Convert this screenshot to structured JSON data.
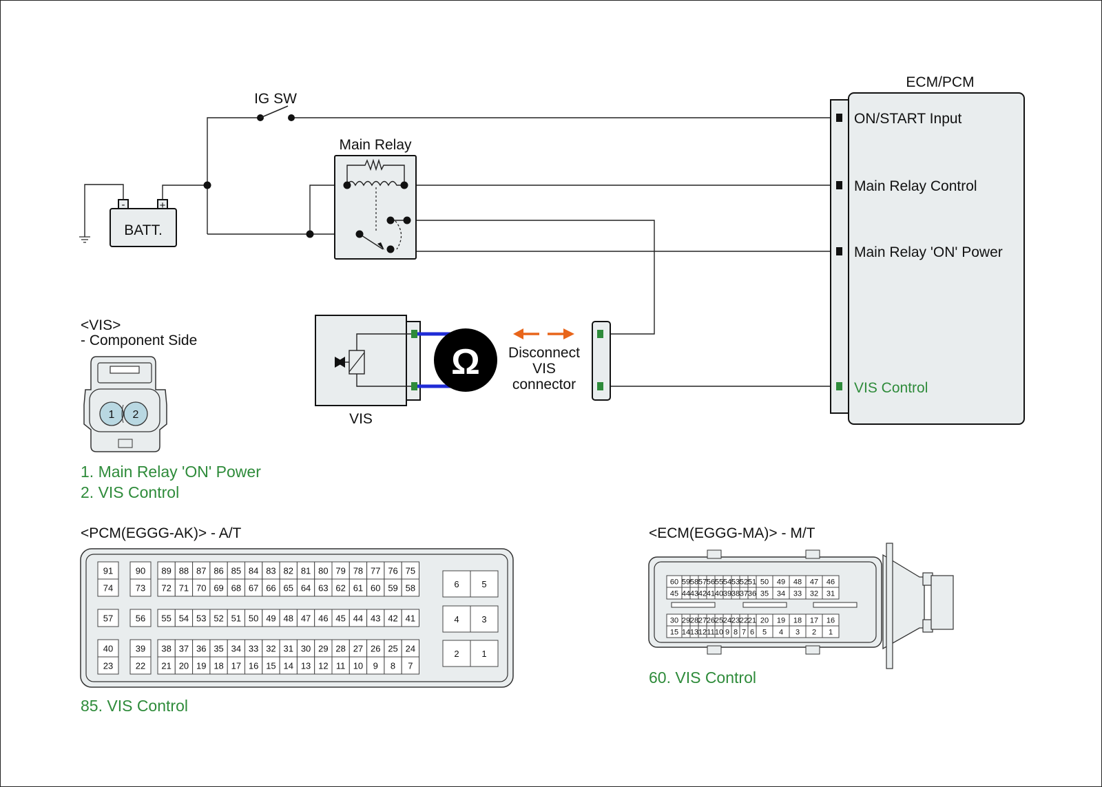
{
  "components": {
    "ig_sw": "IG SW",
    "main_relay": "Main Relay",
    "battery": "BATT.",
    "battery_neg": "-",
    "battery_pos": "+",
    "vis_component": "VIS",
    "ecm_title": "ECM/PCM",
    "ohm_symbol": "Ω"
  },
  "ecm_pins": {
    "on_start": "ON/START Input",
    "main_relay_control": "Main Relay Control",
    "main_relay_on_power": "Main Relay 'ON' Power",
    "vis_control": "VIS Control"
  },
  "disconnect": [
    "Disconnect",
    "VIS",
    "connector"
  ],
  "vis_connector": {
    "title": "<VIS>",
    "subtitle": "- Component Side",
    "pins": [
      "1",
      "2"
    ],
    "legend": [
      "1. Main Relay 'ON' Power",
      "2. VIS Control"
    ]
  },
  "pcm_connector": {
    "title": "<PCM(EGGG-AK)> - A/T",
    "legend": "85. VIS Control",
    "highlight": "85",
    "rows": [
      [
        "91",
        "90",
        "89",
        "88",
        "87",
        "86",
        "85",
        "84",
        "83",
        "82",
        "81",
        "80",
        "79",
        "78",
        "77",
        "76",
        "75"
      ],
      [
        "74",
        "73",
        "72",
        "71",
        "70",
        "69",
        "68",
        "67",
        "66",
        "65",
        "64",
        "63",
        "62",
        "61",
        "60",
        "59",
        "58"
      ],
      [
        "57",
        "56",
        "55",
        "54",
        "53",
        "52",
        "51",
        "50",
        "49",
        "48",
        "47",
        "46",
        "45",
        "44",
        "43",
        "42",
        "41"
      ],
      [
        "40",
        "39",
        "38",
        "37",
        "36",
        "35",
        "34",
        "33",
        "32",
        "31",
        "30",
        "29",
        "28",
        "27",
        "26",
        "25",
        "24"
      ],
      [
        "23",
        "22",
        "21",
        "20",
        "19",
        "18",
        "17",
        "16",
        "15",
        "14",
        "13",
        "12",
        "11",
        "10",
        "9",
        "8",
        "7"
      ]
    ],
    "side_pins": [
      [
        "6",
        "5"
      ],
      [
        "4",
        "3"
      ],
      [
        "2",
        "1"
      ]
    ]
  },
  "ecm_connector": {
    "title": "<ECM(EGGG-MA)> - M/T",
    "legend": "60. VIS Control",
    "highlight": "60",
    "rows": [
      [
        "60",
        "59",
        "58",
        "57",
        "56",
        "55",
        "54",
        "53",
        "52",
        "51",
        "50",
        "49",
        "48",
        "47",
        "46"
      ],
      [
        "45",
        "44",
        "43",
        "42",
        "41",
        "40",
        "39",
        "38",
        "37",
        "36",
        "35",
        "34",
        "33",
        "32",
        "31"
      ],
      [
        "30",
        "29",
        "28",
        "27",
        "26",
        "25",
        "24",
        "23",
        "22",
        "21",
        "20",
        "19",
        "18",
        "17",
        "16"
      ],
      [
        "15",
        "14",
        "13",
        "12",
        "11",
        "10",
        "9",
        "8",
        "7",
        "6",
        "5",
        "4",
        "3",
        "2",
        "1"
      ]
    ]
  },
  "colors": {
    "green": "#2e8b3a",
    "orange": "#e8651a",
    "blue": "#1f2bd6",
    "box_fill": "#e9edee",
    "highlight": "#b9d8e2"
  }
}
